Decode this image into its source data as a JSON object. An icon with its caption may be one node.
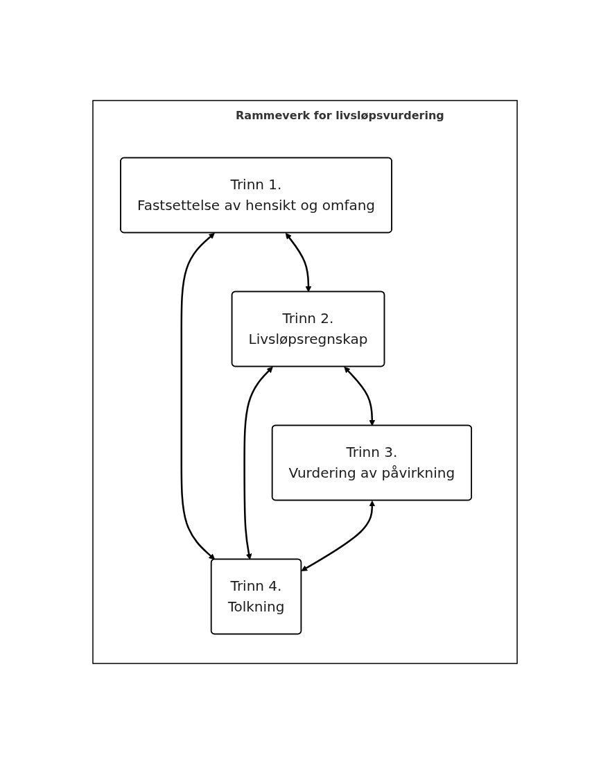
{
  "diagram": {
    "nodes": [
      {
        "text": [
          "Rammeverk for livsløpsvurdering"
        ]
      },
      {
        "text": [
          "Trinn 1.",
          "Fastsettelse av hensikt og omfang"
        ],
        "in": 0
      },
      {
        "text": [
          "Trinn 2.",
          "Livsløpsregnskap"
        ],
        "in": 0
      },
      {
        "text": [
          "Trinn 3.",
          "Vurdering av påvirkning"
        ],
        "in": 0
      },
      {
        "text": [
          "Trinn 4.",
          "Tolkning"
        ],
        "in": 0
      }
    ],
    "edges": [
      {
        "from": 1,
        "to": 4,
        "arrow": "both"
      },
      {
        "from": 1,
        "to": 2,
        "arrow": "both"
      },
      {
        "from": 2,
        "to": 4,
        "arrow": "both"
      },
      {
        "from": 2,
        "to": 3,
        "arrow": "both"
      },
      {
        "from": 3,
        "to": 4,
        "arrow": "both"
      }
    ]
  }
}
